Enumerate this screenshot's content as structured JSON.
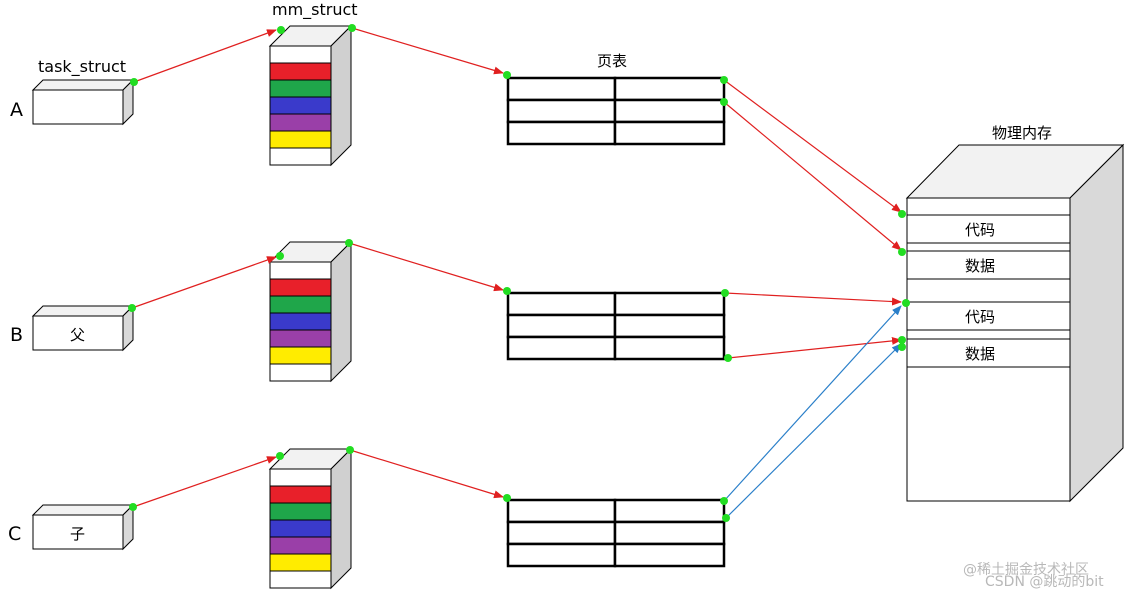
{
  "labels": {
    "task_struct": "task_struct",
    "mm_struct": "mm_struct",
    "page_table": "页表",
    "physical_memory": "物理内存"
  },
  "processes": [
    {
      "letter": "A",
      "task_text": ""
    },
    {
      "letter": "B",
      "task_text": "父"
    },
    {
      "letter": "C",
      "task_text": "子"
    }
  ],
  "memory_regions": [
    "代码",
    "数据",
    "代码",
    "数据"
  ],
  "watermark": {
    "line1": "@稀土掘金技术社区",
    "line2": "CSDN @跳动的bit"
  },
  "colors": {
    "stripes": [
      "#ffffff",
      "#e8202a",
      "#1fa64a",
      "#3a3acb",
      "#9a3fa8",
      "#ffec00",
      "#ffffff"
    ],
    "arrow_red": "#e02020",
    "arrow_blue": "#2a7fc9",
    "dot": "#22dd22"
  }
}
